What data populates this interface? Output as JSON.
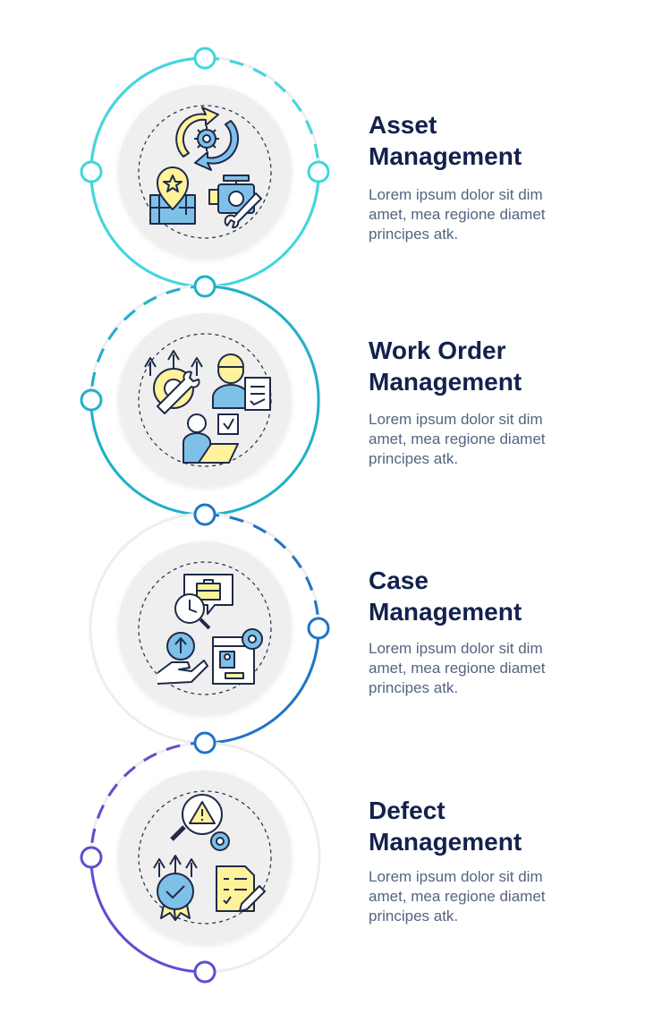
{
  "colors": {
    "step1": "#3fd6df",
    "step2": "#1fb0c9",
    "step3": "#1f74c7",
    "step4": "#5b4fd3",
    "title": "#13214d",
    "text": "#55647f",
    "icon_yellow": "#fff29a",
    "icon_blue": "#7fc0e8",
    "icon_stroke": "#1e2a4a"
  },
  "steps": [
    {
      "title_line1": "Asset",
      "title_line2": "Management",
      "desc_line1": "Lorem ipsum dolor sit dim",
      "desc_line2": "amet, mea regione diamet",
      "desc_line3": "principes atk.",
      "icons": [
        "gear-cycle-icon",
        "map-pin-icon",
        "engine-wrench-icon"
      ]
    },
    {
      "title_line1": "Work Order",
      "title_line2": "Management",
      "desc_line1": "Lorem ipsum dolor sit dim",
      "desc_line2": "amet, mea regione diamet",
      "desc_line3": "principes atk.",
      "icons": [
        "gear-wrench-arrows-icon",
        "worker-checklist-icon",
        "person-laptop-icon"
      ]
    },
    {
      "title_line1": "Case",
      "title_line2": "Management",
      "desc_line1": "Lorem ipsum dolor sit dim",
      "desc_line2": "amet, mea regione diamet",
      "desc_line3": "principes atk.",
      "icons": [
        "briefcase-chat-clock-icon",
        "hand-gear-icon",
        "profile-card-gear-icon"
      ]
    },
    {
      "title_line1": "Defect",
      "title_line2": "Management",
      "desc_line1": "Lorem ipsum dolor sit dim",
      "desc_line2": "amet, mea regione diamet",
      "desc_line3": "principes atk.",
      "icons": [
        "warning-magnifier-gear-icon",
        "badge-check-arrows-icon",
        "checklist-pencil-icon"
      ]
    }
  ]
}
